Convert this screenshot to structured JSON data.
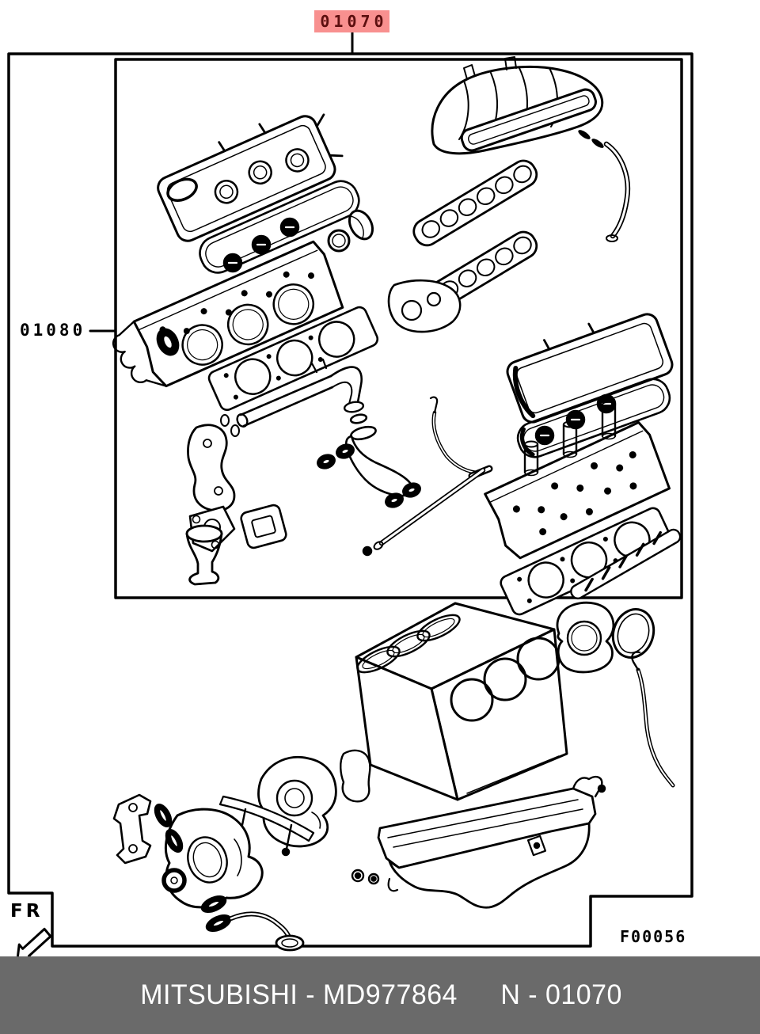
{
  "callouts": {
    "group": {
      "code": "01070",
      "highlight_bg": "#f8908f",
      "text_color": "#5c0f0f"
    },
    "subgroup": {
      "code": "01080"
    }
  },
  "frame": {
    "figure_code": "F00056",
    "front_marker_label": "FR"
  },
  "footer": {
    "bar_color": "#6a6a6a",
    "left_text": "MITSUBISHI - MD977864",
    "right_text": "N - 01070"
  }
}
